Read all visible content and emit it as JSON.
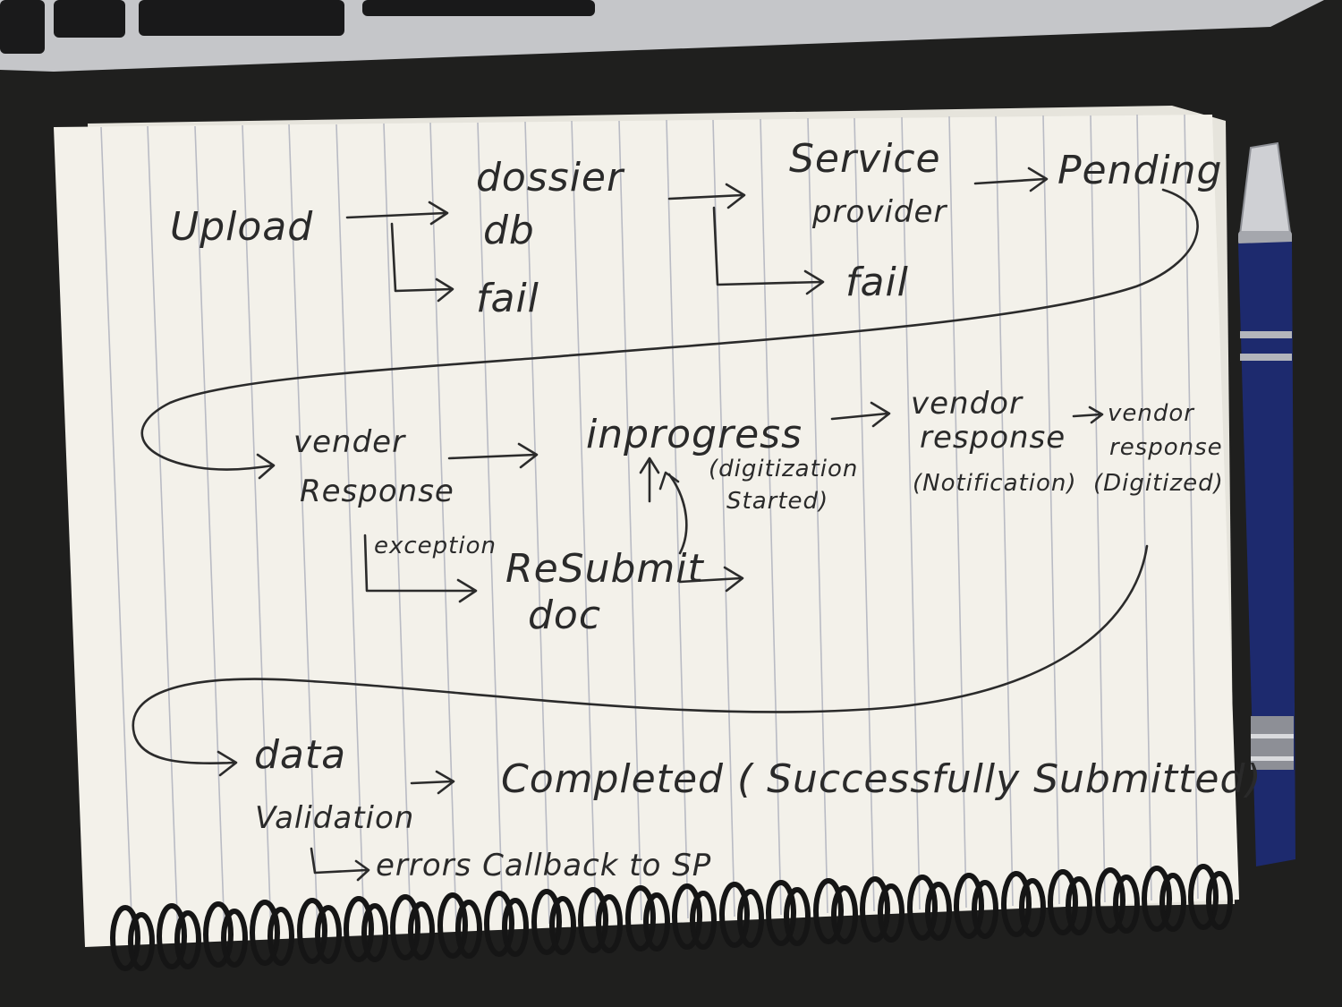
{
  "diagram": {
    "row1": {
      "upload": "Upload",
      "dossier_db": [
        "dossier",
        "db"
      ],
      "fail_1": "fail",
      "service_provider": [
        "Service",
        "provider"
      ],
      "fail_2": "fail",
      "pending": "Pending"
    },
    "row2": {
      "vendor_response": [
        "vender",
        "Response"
      ],
      "exception": "exception",
      "resubmit_doc": [
        "ReSubmit",
        "doc"
      ],
      "inprogress": "inprogress",
      "digitization_started": [
        "(digitization",
        "Started)"
      ],
      "vendor_response_notification": [
        "vendor",
        "response",
        "(Notification)"
      ],
      "vendor_response_digitized": [
        "vendor",
        "response",
        "(Digitized)"
      ]
    },
    "row3": {
      "data_validation": [
        "data",
        "Validation"
      ],
      "completed": "Completed ( Successfully Submitted)",
      "errors_callback": "errors Callback to SP"
    }
  },
  "colors": {
    "paper": "#f3f1ea",
    "ruling": "#b9bbc4",
    "ink": "#2a2a2a",
    "pen_body": "#1d2a6e",
    "desk": "#1f1f1e",
    "keyboard": "#b7b8bc"
  }
}
